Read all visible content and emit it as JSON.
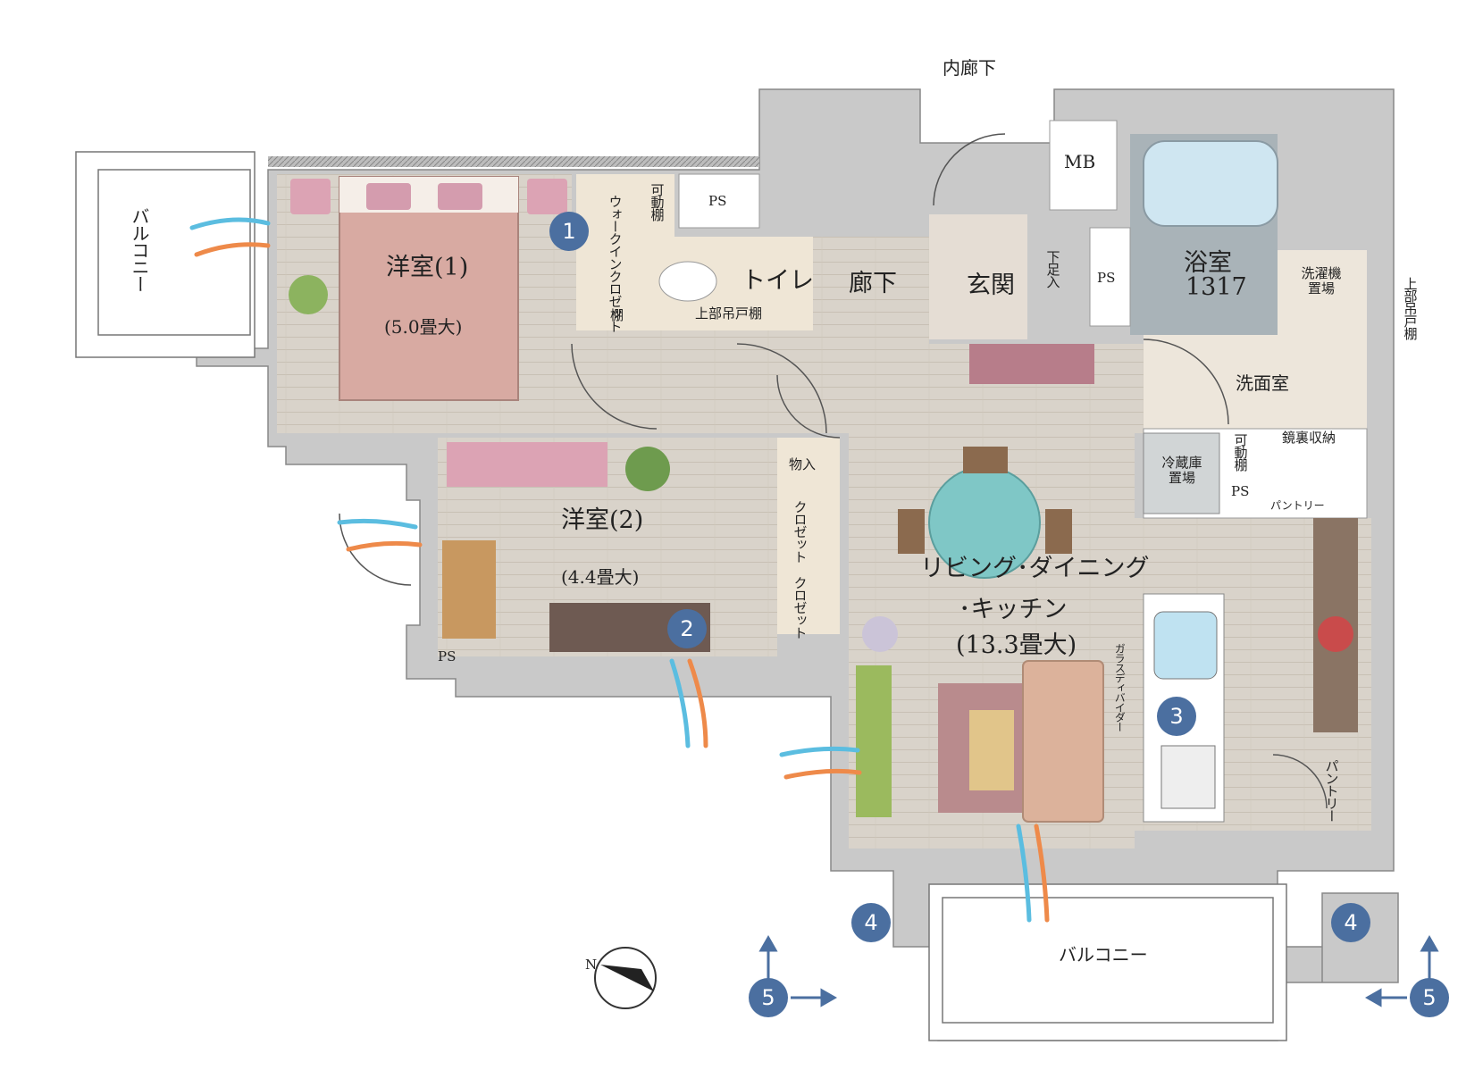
{
  "floorplan": {
    "corridor": "内廊下",
    "rooms": {
      "western1": {
        "name": "洋室(1)",
        "size": "(5.0畳大)"
      },
      "western2": {
        "name": "洋室(2)",
        "size": "(4.4畳大)"
      },
      "ldk": {
        "name": "リビング･ダイニング",
        "name2": "･キッチン",
        "size": "(13.3畳大)"
      },
      "toilet": "トイレ",
      "hallway": "廊下",
      "entrance": "玄関",
      "bath": "浴室",
      "bath_size": "1317",
      "washroom": "洗面室"
    },
    "small_labels": {
      "mb": "MB",
      "ps_top": "PS",
      "ps_entry": "PS",
      "ps_kitchen": "PS",
      "ps_bottom": "PS",
      "walkin_closet": "ウォークインクロゼット",
      "movable_shelf1": "可動棚",
      "shelf": "棚",
      "upper_cabinet": "上部吊戸棚",
      "shoe_box": "下足入",
      "washer": "洗濯機置場",
      "upper_cabinet_right": "上部吊戸棚",
      "storage": "物入",
      "closet1": "クロゼット",
      "closet2": "クロゼット",
      "fridge": "冷蔵庫置場",
      "movable_shelf2": "可動棚",
      "mirror_storage": "鏡裏収納",
      "pantry_small": "パントリー",
      "pantry": "パントリー",
      "glass_divider": "ガラスディバイダー",
      "balcony_left": "バルコニー",
      "balcony_bottom": "バルコニー",
      "compass_n": "N"
    },
    "badges": [
      "1",
      "2",
      "3",
      "4",
      "4",
      "5",
      "5"
    ],
    "colors": {
      "wall": "#c8c8c8",
      "floor_wood": "#d9d2c8",
      "floor_wet": "#ece6dc",
      "bed": "#d8aaa2",
      "desk_pink": "#dca3b4",
      "desk_brown": "#6e5a52",
      "rug": "#b98b8d",
      "sofa": "#dcb29b",
      "table_glass": "#7fc7c6",
      "badge": "#4b6fa0",
      "breeze_blue": "#5bbde0",
      "breeze_orange": "#ee8a4a"
    }
  }
}
